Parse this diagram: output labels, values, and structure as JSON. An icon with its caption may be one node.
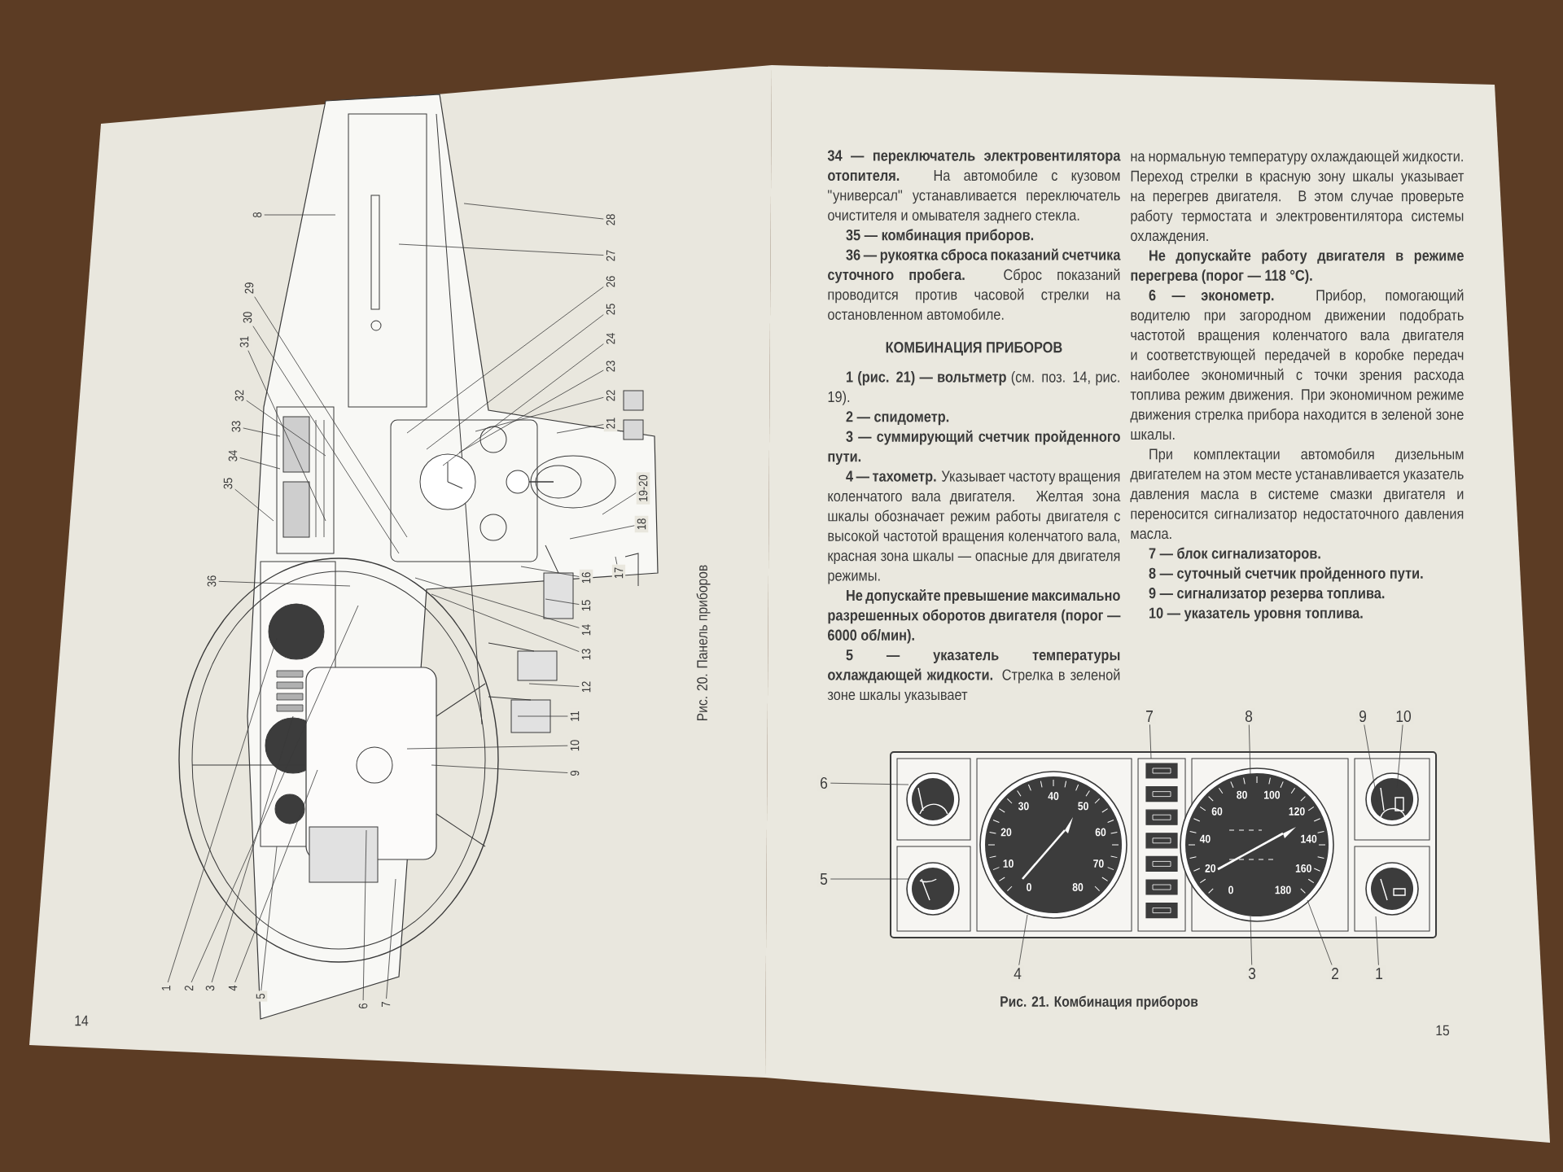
{
  "diagram": {
    "nodes": [
      {
        "text": [
          "1"
        ]
      },
      {
        "text": [
          "2"
        ]
      },
      {
        "text": [
          "3"
        ]
      },
      {
        "text": [
          "4"
        ]
      },
      {
        "text": [
          "5"
        ]
      },
      {
        "text": [
          "6"
        ]
      },
      {
        "text": [
          "7"
        ]
      },
      {
        "text": [
          "8"
        ]
      },
      {
        "text": [
          "9"
        ]
      },
      {
        "text": [
          "10"
        ]
      },
      {
        "text": [
          "11"
        ]
      },
      {
        "text": [
          "12"
        ]
      },
      {
        "text": [
          "13"
        ]
      },
      {
        "text": [
          "14"
        ]
      },
      {
        "text": [
          "15"
        ]
      },
      {
        "text": [
          "16"
        ]
      },
      {
        "text": [
          "17"
        ]
      },
      {
        "text": [
          "18"
        ]
      },
      {
        "text": [
          "19-20"
        ]
      },
      {
        "text": [
          "21"
        ]
      },
      {
        "text": [
          "22"
        ]
      },
      {
        "text": [
          "23"
        ]
      },
      {
        "text": [
          "24"
        ]
      },
      {
        "text": [
          "25"
        ]
      },
      {
        "text": [
          "26"
        ]
      },
      {
        "text": [
          "27"
        ]
      },
      {
        "text": [
          "28"
        ]
      },
      {
        "text": [
          "29"
        ]
      },
      {
        "text": [
          "30"
        ]
      },
      {
        "text": [
          "31"
        ]
      },
      {
        "text": [
          "32"
        ]
      },
      {
        "text": [
          "33"
        ]
      },
      {
        "text": [
          "34"
        ]
      },
      {
        "text": [
          "35"
        ]
      },
      {
        "text": [
          "36"
        ]
      },
      {
        "text": [
          "1"
        ]
      },
      {
        "text": [
          "2"
        ]
      },
      {
        "text": [
          "3"
        ]
      },
      {
        "text": [
          "4"
        ]
      },
      {
        "text": [
          "5"
        ]
      },
      {
        "text": [
          "6"
        ]
      },
      {
        "text": [
          "7"
        ]
      },
      {
        "text": [
          "8"
        ]
      },
      {
        "text": [
          "9"
        ]
      },
      {
        "text": [
          "10"
        ]
      }
    ],
    "edges": [
      {
        "from": 0,
        "to": null,
        "arrow": "none"
      },
      {
        "from": 1,
        "to": null,
        "arrow": "none"
      },
      {
        "from": 2,
        "to": null,
        "arrow": "none"
      },
      {
        "from": 3,
        "to": null,
        "arrow": "none"
      },
      {
        "from": 4,
        "to": null,
        "arrow": "none"
      },
      {
        "from": 5,
        "to": null,
        "arrow": "none"
      },
      {
        "from": 6,
        "to": null,
        "arrow": "none"
      },
      {
        "from": 7,
        "to": null,
        "arrow": "none"
      },
      {
        "from": 8,
        "to": null,
        "arrow": "none"
      },
      {
        "from": 9,
        "to": null,
        "arrow": "none"
      },
      {
        "from": 10,
        "to": null,
        "arrow": "none"
      },
      {
        "from": 11,
        "to": null,
        "arrow": "none"
      },
      {
        "from": 12,
        "to": null,
        "arrow": "none"
      },
      {
        "from": 13,
        "to": null,
        "arrow": "none"
      },
      {
        "from": 14,
        "to": null,
        "arrow": "none"
      },
      {
        "from": 15,
        "to": null,
        "arrow": "none"
      },
      {
        "from": 16,
        "to": null,
        "arrow": "none"
      },
      {
        "from": 17,
        "to": null,
        "arrow": "none"
      },
      {
        "from": 18,
        "to": null,
        "arrow": "none"
      },
      {
        "from": 19,
        "to": null,
        "arrow": "none"
      },
      {
        "from": 20,
        "to": null,
        "arrow": "none"
      },
      {
        "from": 21,
        "to": null,
        "arrow": "none"
      },
      {
        "from": 22,
        "to": null,
        "arrow": "none"
      },
      {
        "from": 23,
        "to": null,
        "arrow": "none"
      },
      {
        "from": 24,
        "to": null,
        "arrow": "none"
      },
      {
        "from": 25,
        "to": null,
        "arrow": "none"
      },
      {
        "from": 26,
        "to": null,
        "arrow": "none"
      },
      {
        "from": 27,
        "to": null,
        "arrow": "none"
      },
      {
        "from": 28,
        "to": null,
        "arrow": "none"
      },
      {
        "from": 29,
        "to": null,
        "arrow": "none"
      },
      {
        "from": 30,
        "to": null,
        "arrow": "none"
      },
      {
        "from": 31,
        "to": null,
        "arrow": "none"
      },
      {
        "from": 32,
        "to": null,
        "arrow": "none"
      },
      {
        "from": 33,
        "to": null,
        "arrow": "none"
      },
      {
        "from": 34,
        "to": null,
        "arrow": "none"
      },
      {
        "from": 35,
        "to": null,
        "arrow": "none"
      },
      {
        "from": 36,
        "to": null,
        "arrow": "none"
      },
      {
        "from": 37,
        "to": null,
        "arrow": "none"
      },
      {
        "from": 38,
        "to": null,
        "arrow": "none"
      },
      {
        "from": 39,
        "to": null,
        "arrow": "none"
      },
      {
        "from": 40,
        "to": null,
        "arrow": "none"
      },
      {
        "from": 41,
        "to": null,
        "arrow": "none"
      },
      {
        "from": 42,
        "to": null,
        "arrow": "none"
      },
      {
        "from": 43,
        "to": null,
        "arrow": "none"
      },
      {
        "from": 44,
        "to": null,
        "arrow": "none"
      }
    ],
    "labels": [
      "Рис. 20. Панель приборов",
      "14",
      "**34 — переключатель электровентилятора отопителя.** На автомобиле с кузовом \"универсал\" устанавливается переключатель очистителя и омывателя заднего стекла.",
      "35 — комбинация приборов.",
      "**36 — рукоятка сброса показаний счетчика суточного пробега.** Сброс показаний проводится против часовой стрелки на остановленном автомобиле.",
      "КОМБИНАЦИЯ ПРИБОРОВ",
      "**1 (рис. 21) — вольтметр** (см. поз. 14, рис. 19).",
      "2 — спидометр.",
      "3 — суммирующий счетчик пройденного пути.",
      "**4 — тахометр.** Указывает частоту вращения коленчатого вала двигателя. Желтая зона шкалы обозначает режим работы двигателя с высокой частотой вращения коленчатого вала, красная зона шкалы — опасные для двигателя режимы.",
      "Не допускайте превышение максимально разрешенных оборотов двигателя (порог — 6000 об/мин).",
      "**5 — указатель температуры охлаждающей жидкости.** Стрелка в зеленой зоне шкалы указывает",
      "на нормальную температуру охлаждающей жидкости. Переход стрелки в красную зону шкалы указывает на перегрев двигателя. В этом случае проверьте работу термостата и электровентилятора системы охлаждения.",
      "Не допускайте работу двигателя в режиме перегрева (порог — 118 °C).",
      "**6 — эконометр.** Прибор, помогающий водителю при загородном движении подобрать частотой вращения коленчатого вала двигателя и соответствующей передачей в коробке передач наиболее экономичный с точки зрения расхода топлива режим движения. При экономичном режиме движения стрелка прибора находится в зеленой зоне шкалы.",
      "При комплектации автомобиля дизельным двигателем на этом месте устанавливается указатель давления масла в системе смазки двигателя и переносится сигнализатор недостаточного давления масла.",
      "7 — блок сигнализаторов.",
      "8 — суточный счетчик пройденного пути.",
      "9 — сигнализатор резерва топлива.",
      "10 — указатель уровня топлива.",
      "0",
      "10",
      "20",
      "30",
      "40",
      "50",
      "60",
      "70",
      "80",
      "0",
      "20",
      "40",
      "60",
      "80",
      "100",
      "120",
      "140",
      "160",
      "180",
      "Рис. 21. Комбинация приборов",
      "15"
    ]
  }
}
